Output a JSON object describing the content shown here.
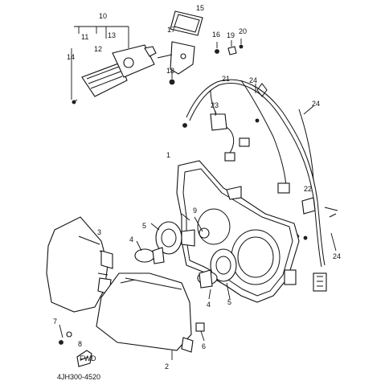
{
  "diagram": {
    "callouts": [
      "1",
      "2",
      "3",
      "4",
      "5",
      "6",
      "7",
      "8",
      "9",
      "10",
      "11",
      "12",
      "13",
      "14",
      "15",
      "16",
      "17",
      "18",
      "19",
      "20",
      "21",
      "22",
      "23",
      "24"
    ],
    "ref_code": "4JH300-4520",
    "fwd_arrow_text": "FWD"
  }
}
